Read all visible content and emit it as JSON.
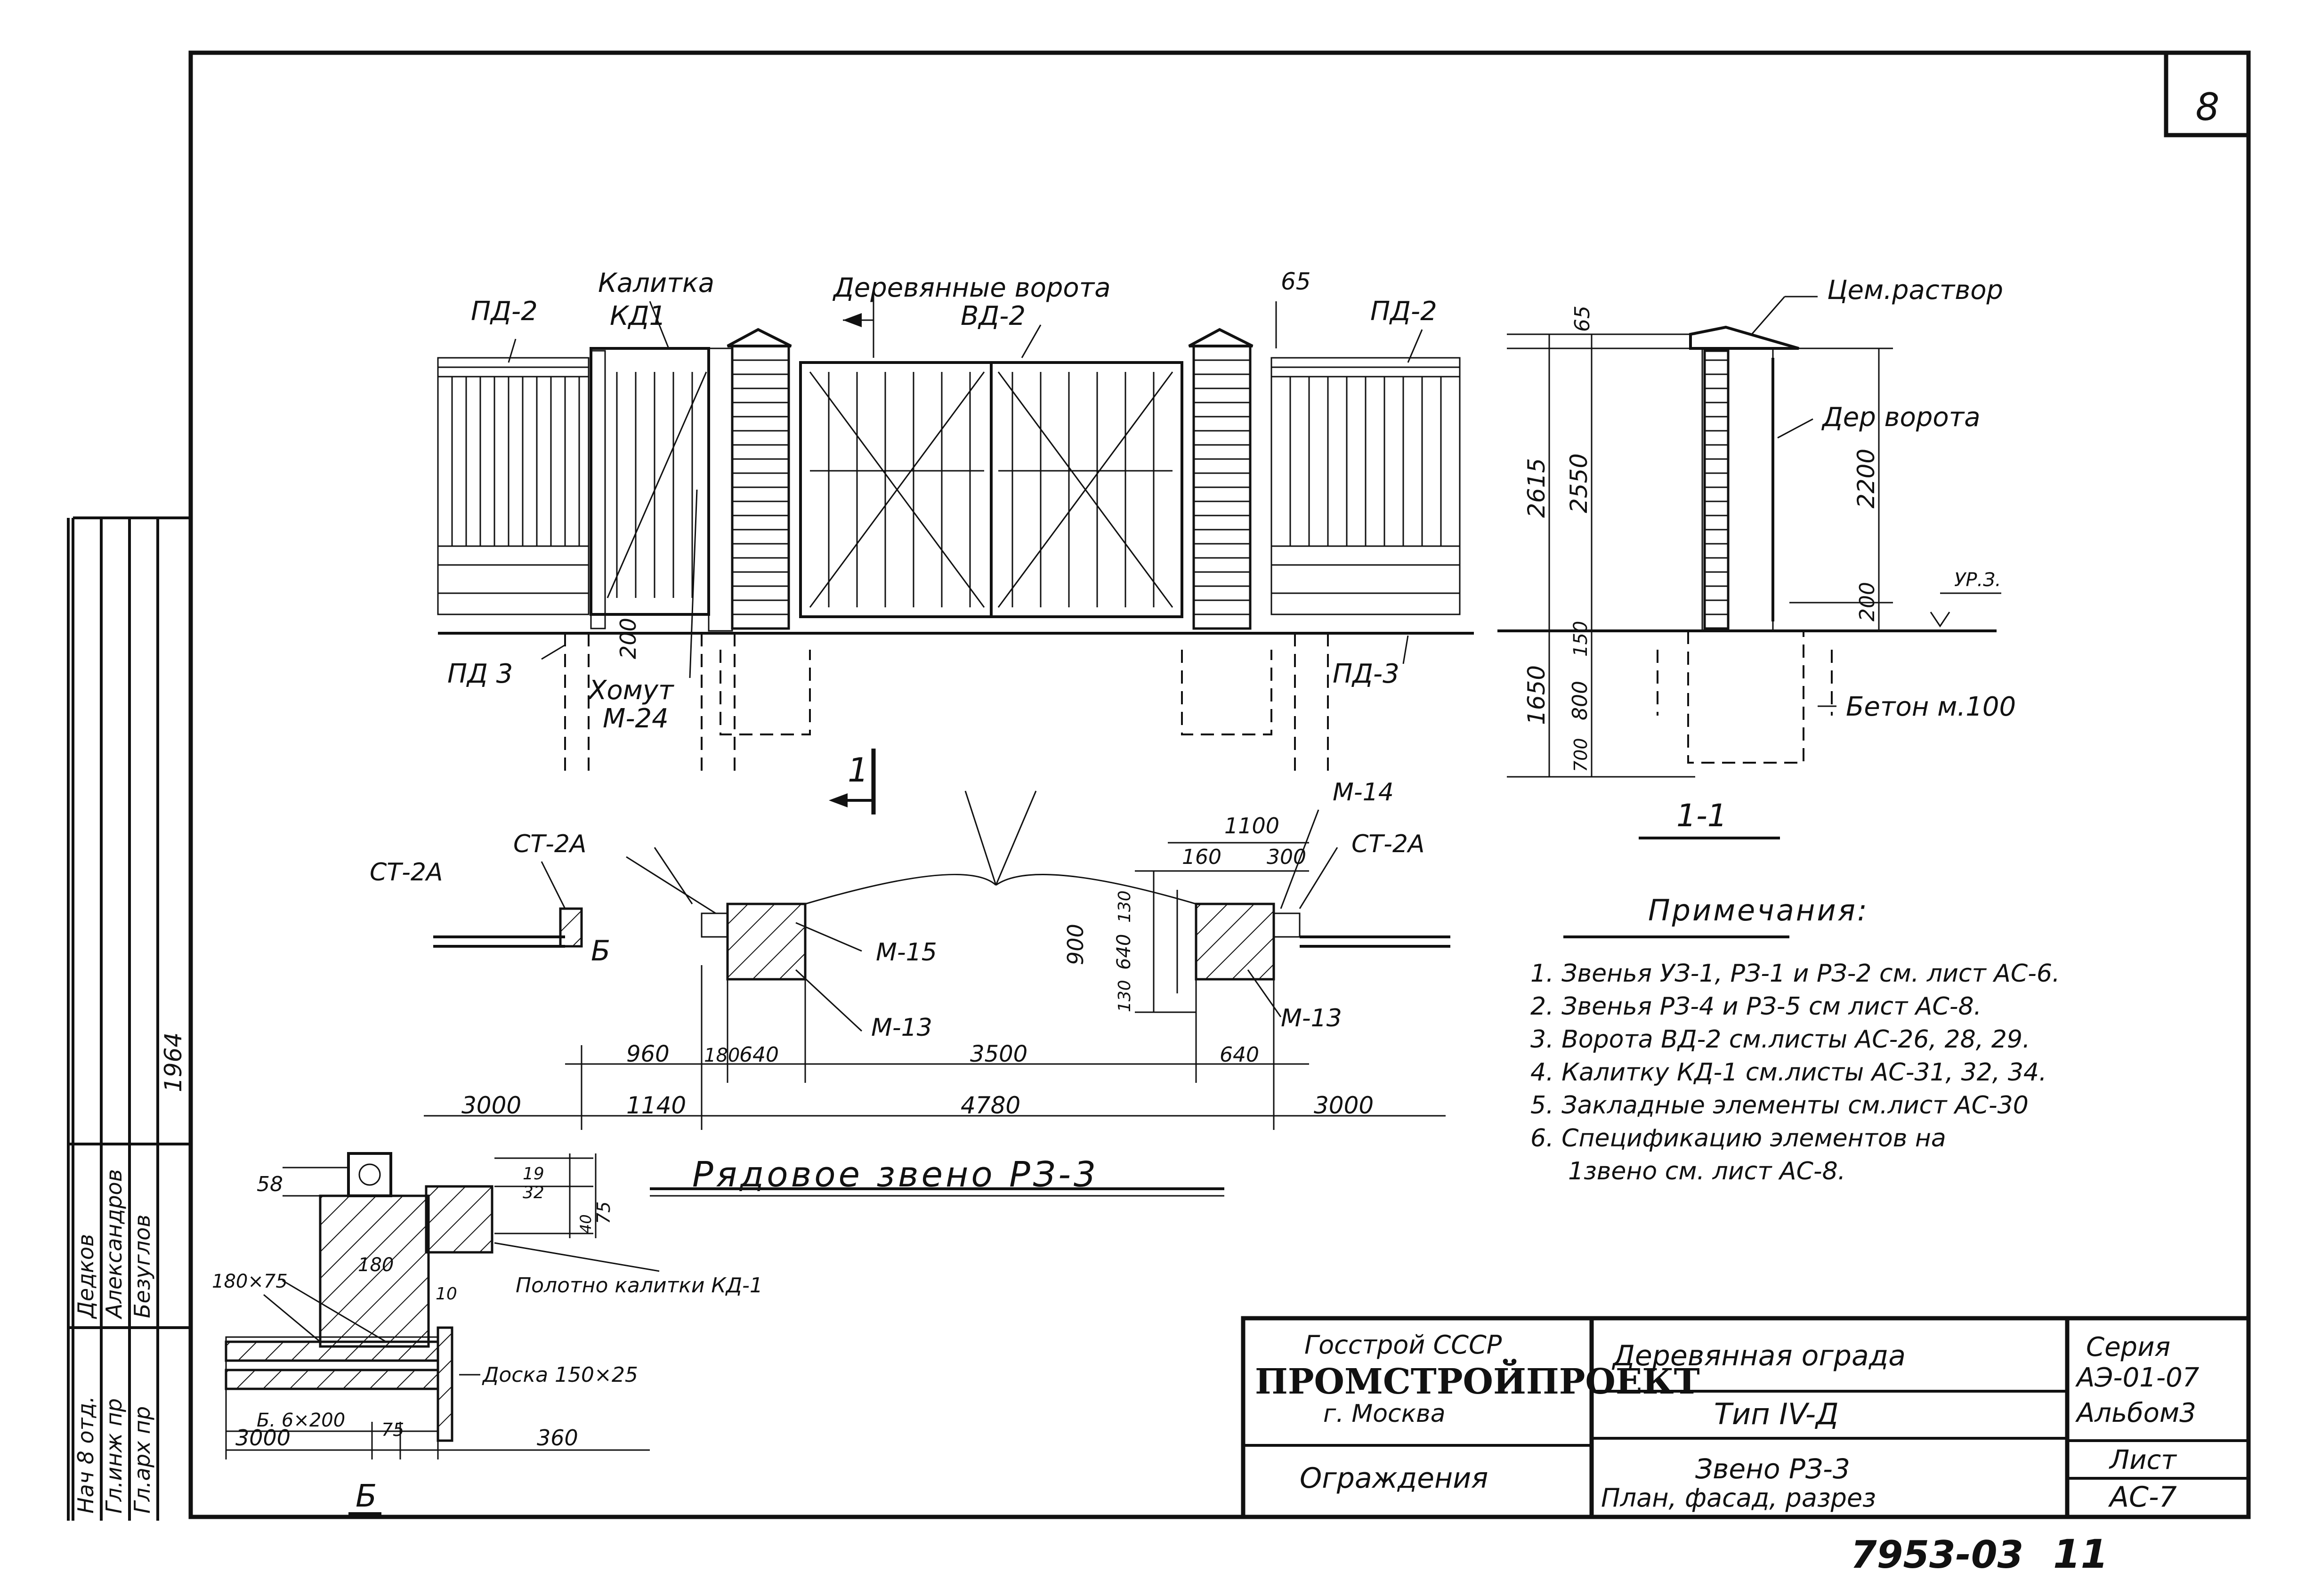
{
  "sheet": {
    "page_number": "8",
    "archive_number": "7953-03",
    "archive_sheet": "11"
  },
  "facade": {
    "gate_label": "Деревянные ворота",
    "gate_code": "ВД-2",
    "wicket_label": "Калитка",
    "wicket_code": "КД1",
    "pd2_left": "ПД-2",
    "pd2_right": "ПД-2",
    "pd3_left": "ПД 3",
    "pd3_right": "ПД-3",
    "dim_65": "65",
    "dim_200": "200",
    "clamp_label": "Хомут",
    "clamp_code": "М-24",
    "section_mark": "1"
  },
  "section": {
    "title": "1-1",
    "mortar": "Цем.раствор",
    "gate_note": "Дер ворота",
    "concrete": "Бетон м.100",
    "level_mark": "УР.З.",
    "dims": {
      "d65": "65",
      "d2615": "2615",
      "d2550": "2550",
      "d2200": "2200",
      "d200": "200",
      "d150": "150",
      "d1650": "1650",
      "d800": "800",
      "d700": "700"
    }
  },
  "plan": {
    "title": "Рядовое звено РЗ-3",
    "st2a_left": "СТ-2А",
    "st2a_mid": "СТ-2А",
    "st2a_right": "СТ-2А",
    "b_mark": "Б",
    "m15": "М-15",
    "m13_left": "М-13",
    "m13_right": "М-13",
    "m14": "М-14",
    "dims": {
      "d1100": "1100",
      "d160": "160",
      "d300": "300",
      "d900": "900",
      "d130a": "130",
      "d640v": "640",
      "d130b": "130",
      "d960": "960",
      "d180": "180",
      "d640a": "640",
      "d3500": "3500",
      "d640b": "640",
      "d3000a": "3000",
      "d1140": "1140",
      "d4780": "4780",
      "d3000b": "3000"
    }
  },
  "detail": {
    "title": "Б",
    "d58": "58",
    "d19": "19",
    "d32": "32",
    "d75v": "75",
    "d40": "40",
    "d180x75": "180×75",
    "d180": "180",
    "d10": "10",
    "canvas_label": "Полотно калитки КД-1",
    "board_label": "Доска 150×25",
    "bar_label": "Б. 6×200",
    "d75h": "75",
    "d3000": "3000",
    "d360": "360"
  },
  "notes": {
    "title": "Примечания:",
    "items": [
      "1. Звенья УЗ-1, РЗ-1 и РЗ-2 см. лист АС-6.",
      "2. Звенья РЗ-4 и РЗ-5 см лист АС-8.",
      "3. Ворота ВД-2 см.листы АС-26, 28, 29.",
      "4. Калитку КД-1 см.листы АС-31, 32, 34.",
      "5. Закладные элементы см.лист АС-30",
      "6. Спецификацию элементов на",
      "1звено см. лист АС-8."
    ]
  },
  "titleblock": {
    "org1": "Госстрой СССР",
    "org2": "ПРОМСТРОЙПРОЕКТ",
    "city": "г. Москва",
    "section": "Ограждения",
    "name": "Деревянная ограда",
    "type": "Тип IV-Д",
    "sub1": "Звено РЗ-3",
    "sub2": "План, фасад, разрез",
    "series_label": "Серия",
    "series_code": "АЭ-01-07",
    "album": "Альбом3",
    "sheet_label": "Лист",
    "sheet_code": "АС-7"
  },
  "signatures": {
    "year": "1964",
    "rows": [
      {
        "role": "Нач 8 отд.",
        "name": "Дедков"
      },
      {
        "role": "Гл.инж пр",
        "name": "Александров"
      },
      {
        "role": "Гл.арх пр",
        "name": "Безуглов"
      }
    ]
  }
}
